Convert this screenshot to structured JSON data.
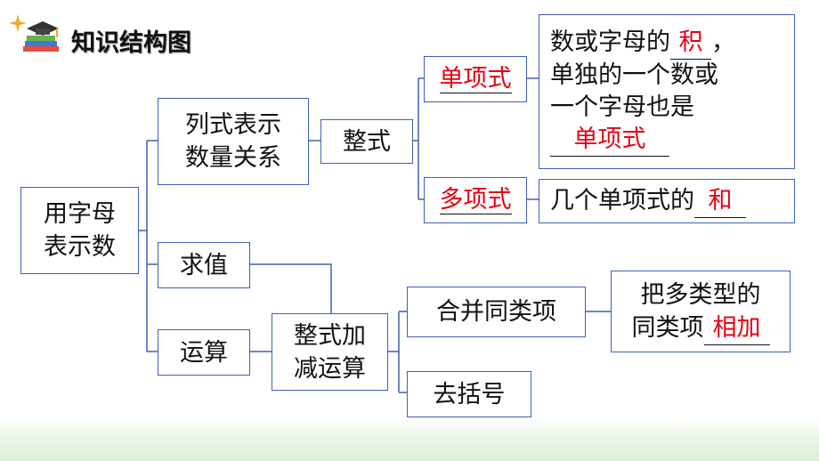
{
  "header": {
    "title": "知识结构图"
  },
  "nodes": {
    "root": {
      "line1": "用字母",
      "line2": "表示数"
    },
    "expr": {
      "line1": "列式表示",
      "line2": "数量关系"
    },
    "eval": {
      "label": "求值"
    },
    "ops": {
      "label": "运算"
    },
    "zhengshi": {
      "label": "整式"
    },
    "monomial": {
      "label": "单项式"
    },
    "polynomial": {
      "label": "多项式"
    },
    "mono_def": {
      "line1_prefix": "数或字母的",
      "line1_answer": "积",
      "line1_suffix": "，",
      "line2": "单独的一个数或",
      "line3": "一个字母也是",
      "line4_answer": "单项式"
    },
    "poly_def": {
      "prefix": "几个单项式的",
      "answer": "和"
    },
    "addsub": {
      "line1": "整式加",
      "line2": "减运算"
    },
    "combine": {
      "label": "合并同类项"
    },
    "brackets": {
      "label": "去括号"
    },
    "combine_def": {
      "line1": "把多类型的",
      "line2_prefix": "同类项",
      "line2_answer": "相加"
    }
  },
  "colors": {
    "border": "#3f61b4",
    "answer": "#e60012",
    "accent_star": "#f5a623"
  }
}
